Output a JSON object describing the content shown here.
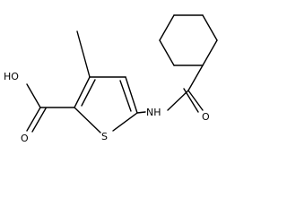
{
  "molecule": {
    "atom_labels": {
      "carboxyl_hydroxyl": "HO",
      "carboxyl_carbonyl_oxygen": "O",
      "ring_sulfur": "S",
      "amide_nitrogen": "NH",
      "amide_oxygen": "O"
    }
  }
}
